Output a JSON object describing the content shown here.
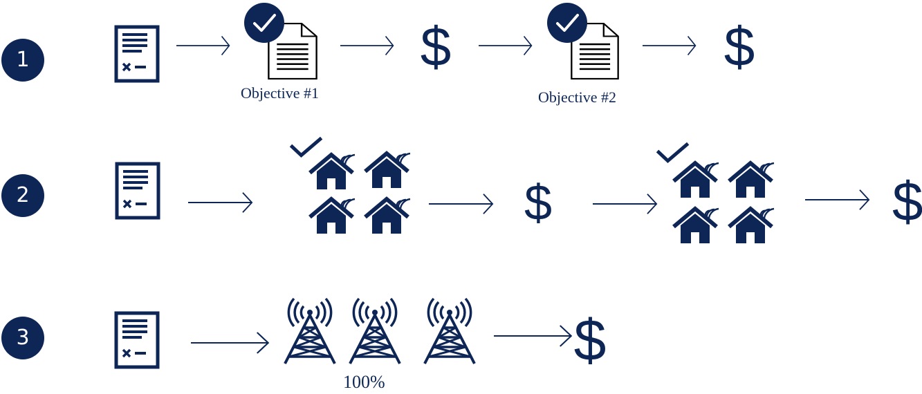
{
  "brand_color": "#0d2656",
  "rows": [
    {
      "step": "1",
      "items": [
        "contract-icon",
        "arrow",
        "checked-document-icon",
        "arrow",
        "dollar",
        "arrow",
        "checked-document-icon",
        "arrow",
        "dollar"
      ],
      "labels": [
        "Objective #1",
        "Objective #2"
      ],
      "dollar_sign": "$"
    },
    {
      "step": "2",
      "items": [
        "contract-icon",
        "arrow",
        "checked-homes-group-icon",
        "arrow",
        "dollar",
        "arrow",
        "checked-homes-group-icon",
        "arrow",
        "dollar"
      ],
      "dollar_sign": "$"
    },
    {
      "step": "3",
      "items": [
        "contract-icon",
        "arrow",
        "cell-tower-icon",
        "cell-tower-icon",
        "cell-tower-icon",
        "arrow",
        "dollar"
      ],
      "coverage_label": "100%",
      "dollar_sign": "$"
    }
  ]
}
